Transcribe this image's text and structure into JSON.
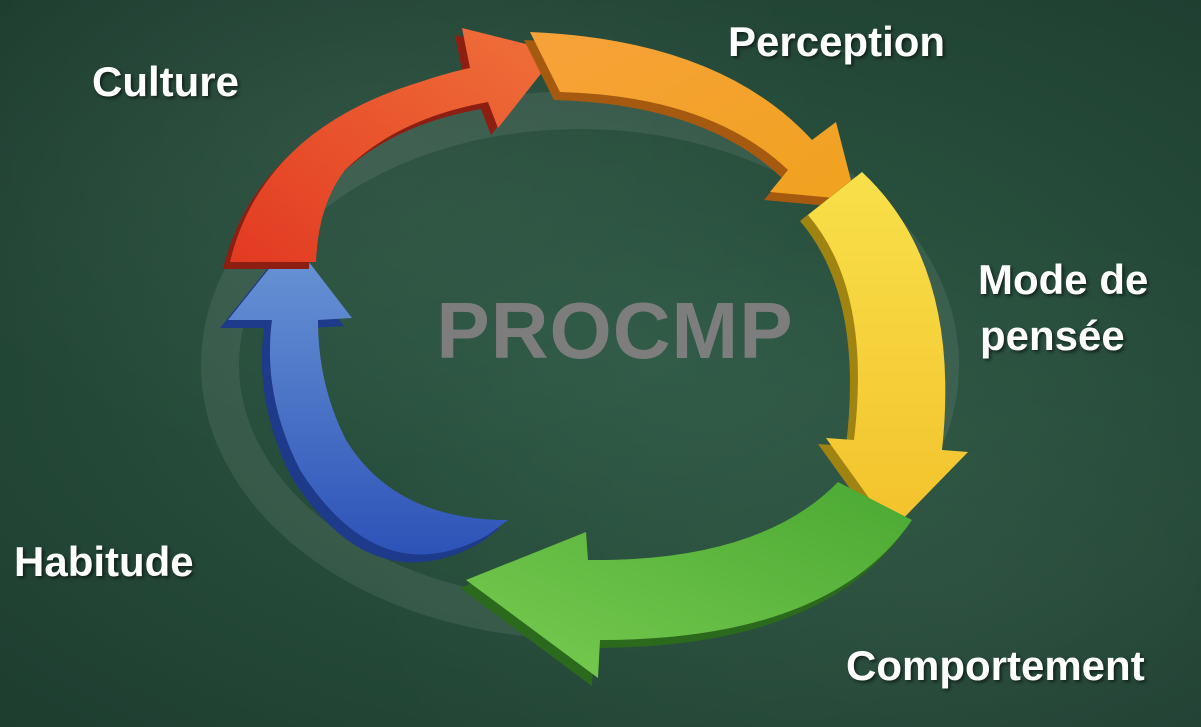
{
  "diagram": {
    "center_title": "PROCMP",
    "stages": [
      {
        "id": "culture",
        "label": "Culture",
        "color": "#e5482b"
      },
      {
        "id": "perception",
        "label": "Perception",
        "color": "#f2a028"
      },
      {
        "id": "mode-de-pensee",
        "label_line1": "Mode de",
        "label_line2": "pensée",
        "color": "#f5d23c"
      },
      {
        "id": "comportement",
        "label": "Comportement",
        "color": "#5dbb3a"
      },
      {
        "id": "habitude",
        "label": "Habitude",
        "color": "#4a78c8"
      }
    ],
    "background_color": "#254a39"
  }
}
